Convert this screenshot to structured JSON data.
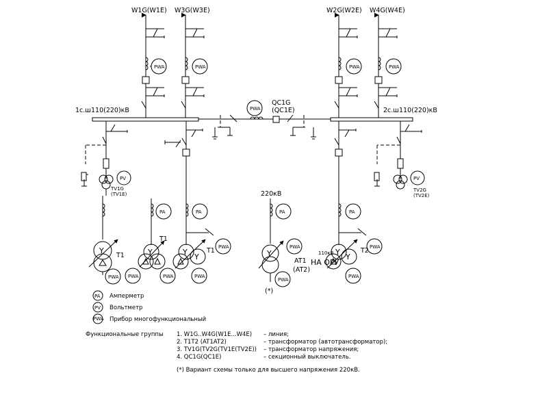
{
  "feeders": {
    "w1": "W1G(W1E)",
    "w3": "W3G(W3E)",
    "w2": "W2G(W2E)",
    "w4": "W4G(W4E)"
  },
  "buses": {
    "left": "1с.ш110(220)кВ",
    "right": "2с.ш110(220)кВ"
  },
  "sectional": {
    "line1": "QC1G",
    "line2": "(QC1E)"
  },
  "meters": {
    "pwa": "PWA",
    "pa": "PA",
    "pv": "PV"
  },
  "transformer_symbol": "Y",
  "labels": {
    "tv_left": "TV1G",
    "tv_left_alt": "(TV1E)",
    "tv_right": "TV2G",
    "tv_right_alt": "(TV2E)",
    "t1_a": "T1",
    "t1_b": "T1",
    "t1_c": "T1",
    "t2": "T2",
    "v220": "220кВ",
    "at1": "AT1",
    "at2": "(AT2)",
    "star": "(*)",
    "v110": "110кВ",
    "ru": "НА  ОРУ"
  },
  "legend": {
    "ammeter": "Амперметр",
    "voltmeter": "Вольтметр",
    "multi": "Прибор многофункциональный"
  },
  "groups": {
    "title": "Функциональные группы",
    "items": [
      {
        "code": "1. W1G..W4G(W1E...W4E)",
        "desc": "– линия;"
      },
      {
        "code": "2. T1T2 (AT1AT2)",
        "desc": "– трансформатор  (автотрансформатор);"
      },
      {
        "code": "3. TV1G(TV2G(TV1E(TV2E))",
        "desc": "– трансформатор напряжения;"
      },
      {
        "code": "4. QC1G(QC1E)",
        "desc": "– секционный выключатель."
      }
    ],
    "footnote": "(*) Вариант схемы только для высшего напряжения 220кВ."
  }
}
